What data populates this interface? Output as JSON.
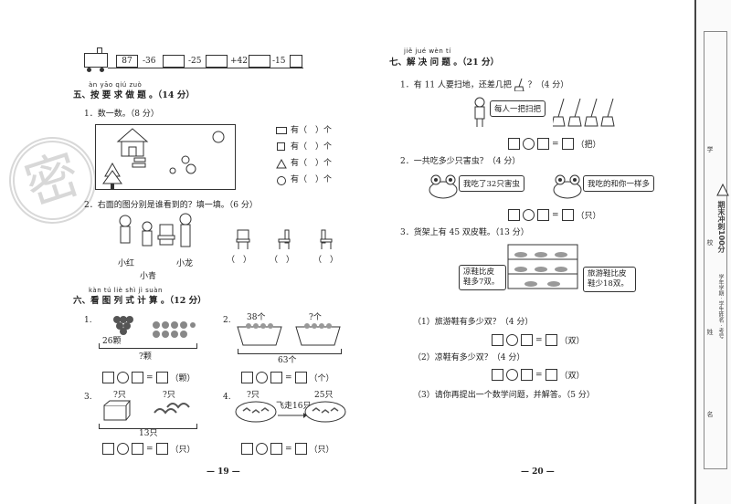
{
  "left": {
    "train": {
      "cars": [
        "87",
        "",
        "",
        "",
        ""
      ],
      "ops": [
        "-36",
        "-25",
        "+42",
        "-15"
      ]
    },
    "sec5": {
      "pinyin": "àn yāo qiú zuò",
      "title": "五、按 要 求 做 题 。（14 分）",
      "q1": "1．数一数。（8 分）",
      "q1_rows": [
        "有（　）个",
        "有（　）个",
        "有（　）个",
        "有（　）个"
      ],
      "q2": "2．右面的图分别是谁看到的？填一填。（6 分）",
      "kids": [
        "小红",
        "小青",
        "小龙"
      ],
      "paren": "（　）"
    },
    "sec6": {
      "pinyin": "kàn tú liè shì jì suàn",
      "title": "六、看 图 列 式 计 算 。（12 分）",
      "p1": {
        "num": "1.",
        "label": "26颗",
        "q": "?颗",
        "unit": "（颗）"
      },
      "p2": {
        "num": "2.",
        "l1": "38个",
        "l2": "?个",
        "total": "63个",
        "unit": "（个）"
      },
      "p3": {
        "num": "3.",
        "l1": "?只",
        "l2": "?只",
        "total": "13只",
        "unit": "（只）"
      },
      "p4": {
        "num": "4.",
        "l1": "?只",
        "l2": "飞走16只",
        "l3": "25只",
        "unit": "（只）"
      }
    },
    "page_number": "— 19 —"
  },
  "right": {
    "sec7": {
      "pinyin": "jiě jué wèn tí",
      "title": "七、解 决 问 题 。（21 分）",
      "q1": "1．有 11 人要扫地，还差几把",
      "q1_tail": "？（4 分）",
      "q1_bubble": "每人一把扫把",
      "q1_unit": "（把）",
      "q2": "2．一共吃多少只害虫？（4 分）",
      "q2_b1": "我吃了32只害虫",
      "q2_b2": "我吃的和你一样多",
      "q2_unit": "（只）",
      "q3": "3．货架上有 45 双皮鞋。（13 分）",
      "q3_b1": "凉鞋比皮鞋多7双。",
      "q3_b2": "旅游鞋比皮鞋少18双。",
      "q3_s1": "（1）旅游鞋有多少双？（4 分）",
      "q3_s2": "（2）凉鞋有多少双？（4 分）",
      "q3_s3": "（3）请你再提出一个数学问题，并解答。（5 分）",
      "unit_shuang": "（双）"
    },
    "page_number": "— 20 —"
  },
  "sidebar": {
    "labels": [
      "学",
      "校",
      "姓",
      "名"
    ],
    "brand": "期末冲刺100分",
    "note": "学年学期 · 学生姓名 · 考号"
  }
}
